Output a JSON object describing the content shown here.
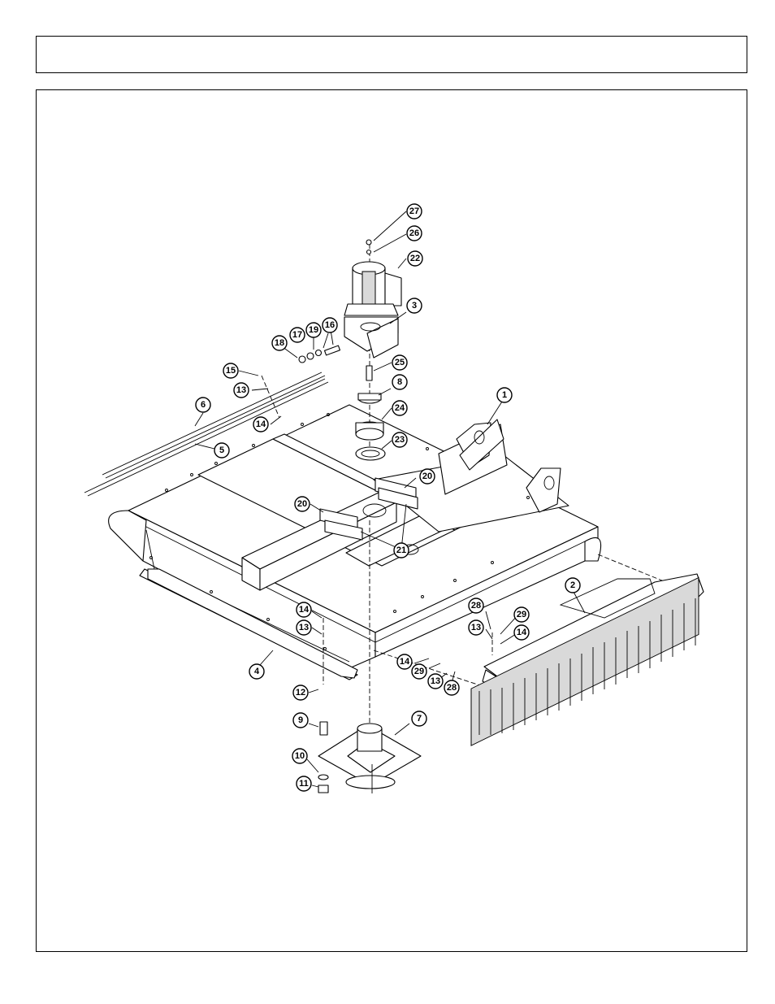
{
  "header": {
    "title": ""
  },
  "callouts": [
    {
      "id": "c1",
      "label": "1"
    },
    {
      "id": "c2",
      "label": "2"
    },
    {
      "id": "c3",
      "label": "3"
    },
    {
      "id": "c4",
      "label": "4"
    },
    {
      "id": "c5",
      "label": "5"
    },
    {
      "id": "c6",
      "label": "6"
    },
    {
      "id": "c7",
      "label": "7"
    },
    {
      "id": "c8",
      "label": "8"
    },
    {
      "id": "c9",
      "label": "9"
    },
    {
      "id": "c10",
      "label": "10"
    },
    {
      "id": "c11",
      "label": "11"
    },
    {
      "id": "c12",
      "label": "12"
    },
    {
      "id": "c13a",
      "label": "13"
    },
    {
      "id": "c13b",
      "label": "13"
    },
    {
      "id": "c13c",
      "label": "13"
    },
    {
      "id": "c13d",
      "label": "13"
    },
    {
      "id": "c14a",
      "label": "14"
    },
    {
      "id": "c14b",
      "label": "14"
    },
    {
      "id": "c14c",
      "label": "14"
    },
    {
      "id": "c14d",
      "label": "14"
    },
    {
      "id": "c15",
      "label": "15"
    },
    {
      "id": "c16",
      "label": "16"
    },
    {
      "id": "c17",
      "label": "17"
    },
    {
      "id": "c18",
      "label": "18"
    },
    {
      "id": "c19",
      "label": "19"
    },
    {
      "id": "c20a",
      "label": "20"
    },
    {
      "id": "c20b",
      "label": "20"
    },
    {
      "id": "c21",
      "label": "21"
    },
    {
      "id": "c22",
      "label": "22"
    },
    {
      "id": "c23",
      "label": "23"
    },
    {
      "id": "c24",
      "label": "24"
    },
    {
      "id": "c25",
      "label": "25"
    },
    {
      "id": "c26",
      "label": "26"
    },
    {
      "id": "c27",
      "label": "27"
    },
    {
      "id": "c28a",
      "label": "28"
    },
    {
      "id": "c28b",
      "label": "28"
    },
    {
      "id": "c29a",
      "label": "29"
    },
    {
      "id": "c29b",
      "label": "29"
    }
  ]
}
